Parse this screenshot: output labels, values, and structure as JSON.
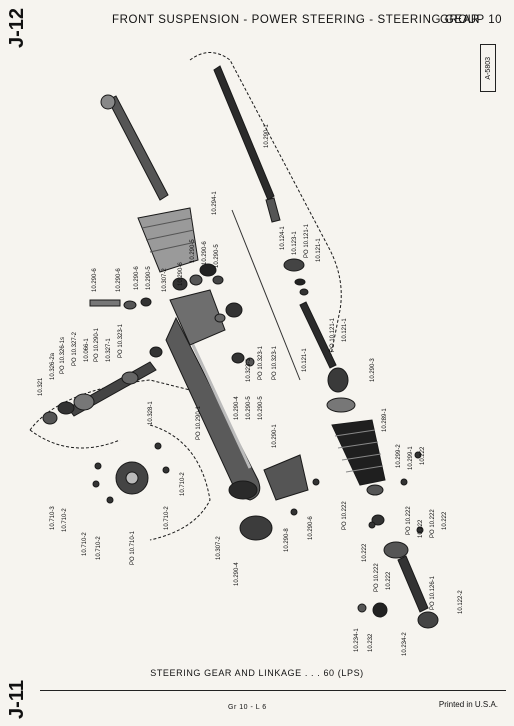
{
  "page": {
    "tab_top": "J-12",
    "tab_bottom": "J-11",
    "header_title": "FRONT SUSPENSION - POWER STEERING - STEERING GEAR",
    "group": "GROUP 10",
    "ref_code": "A-5803",
    "caption": "STEERING GEAR AND LINKAGE . . . 60 (LPS)",
    "footer_code": "Gr 10 - L 6",
    "printed": "Printed in U.S.A."
  },
  "part_labels": [
    "10.290-1",
    "10.294-1",
    "10.124-1",
    "10.123-1",
    "PO 10.121-1",
    "10.121-1",
    "10.290-5",
    "10.290-6",
    "10.290-5",
    "10.290-6",
    "10.307-2",
    "10.290-5",
    "10.290-6",
    "10.290-6",
    "10.290-6",
    "PO 10.323-1",
    "PO 10.323-1",
    "10.323-1",
    "10.121-1",
    "PO 10.121-1",
    "10.121-1",
    "10.290-3",
    "10.321",
    "10.326-2a",
    "PO 10.326-1s",
    "PO 10.327-2",
    "10.066-1",
    "PO 10.290-1",
    "10.327-1",
    "PO 10.323-1",
    "10.328-1",
    "PO 10.290-1",
    "10.290-4",
    "10.290-5",
    "10.290-5",
    "10.290-1",
    "10.289-1",
    "10.299-2",
    "10.222",
    "10.299-1",
    "PO 10.222",
    "10.222",
    "PO 10.222",
    "10.222",
    "10.710-3",
    "10.710-2",
    "10.710-2",
    "10.710-2",
    "PO 10.710-1",
    "10.710-2",
    "10.710-2",
    "10.307-2",
    "10.290-4",
    "10.290-8",
    "10.290-6",
    "PO 10.222",
    "10.222",
    "PO 10.222",
    "10.222",
    "PO 10.126-1",
    "10.122-2",
    "10.234-1",
    "10.232",
    "10.234-2"
  ]
}
